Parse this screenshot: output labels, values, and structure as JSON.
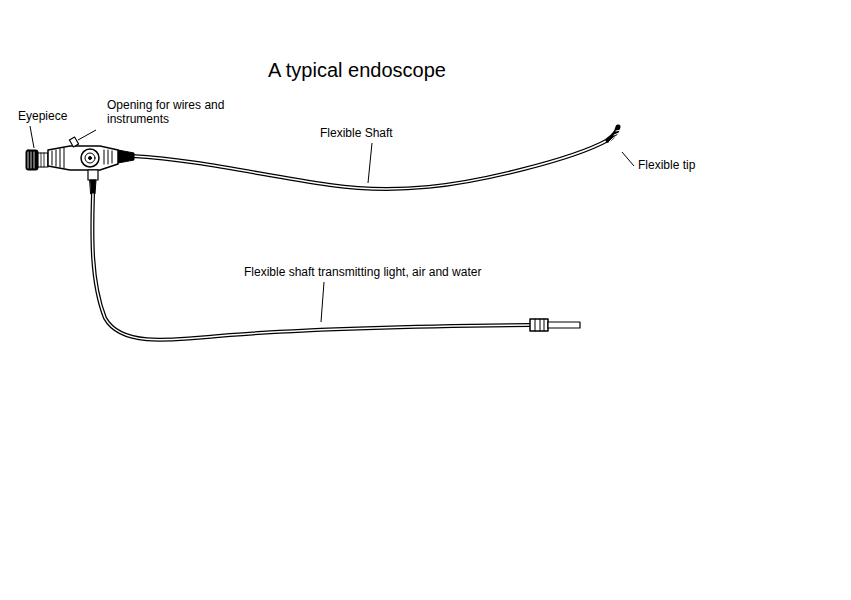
{
  "diagram": {
    "title": "A typical endoscope",
    "labels": [
      "Eyepiece",
      "Opening for wires and instruments",
      "Flexible Shaft",
      "Flexible tip",
      "Flexible shaft transmitting light, air and water"
    ]
  }
}
